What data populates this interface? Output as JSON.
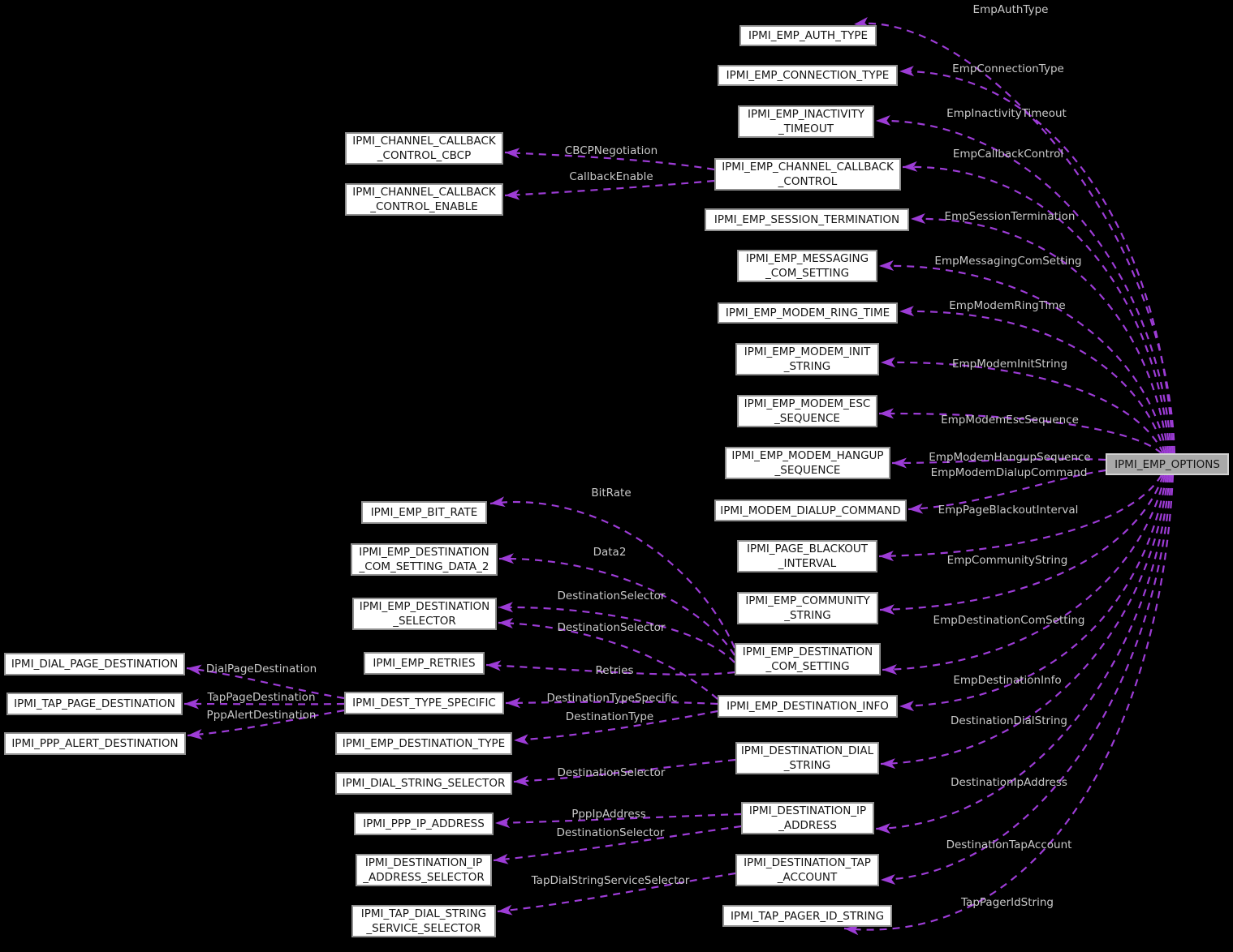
{
  "diagram": {
    "type": "collaboration-graph",
    "highlighted_node": "ipmi_emp_options",
    "colors": {
      "background": "#000000",
      "node_fill": "#ffffff",
      "node_border": "#8f8f8f",
      "node_text": "#161616",
      "highlight_fill": "#a9a9a9",
      "highlight_border": "#d2d2d2",
      "edge": "#9d3cd6",
      "edge_label_text": "#c9c9c9"
    },
    "nodes": [
      {
        "id": "ipmi_emp_auth_type",
        "label": "IPMI_EMP_AUTH_TYPE"
      },
      {
        "id": "ipmi_emp_connection_type",
        "label": "IPMI_EMP_CONNECTION_TYPE"
      },
      {
        "id": "ipmi_emp_inactivity_timeout",
        "label": "IPMI_EMP_INACTIVITY\n_TIMEOUT"
      },
      {
        "id": "ipmi_emp_channel_callback_control",
        "label": "IPMI_EMP_CHANNEL_CALLBACK\n_CONTROL"
      },
      {
        "id": "ipmi_emp_session_termination",
        "label": "IPMI_EMP_SESSION_TERMINATION"
      },
      {
        "id": "ipmi_emp_messaging_com_setting",
        "label": "IPMI_EMP_MESSAGING\n_COM_SETTING"
      },
      {
        "id": "ipmi_emp_modem_ring_time",
        "label": "IPMI_EMP_MODEM_RING_TIME"
      },
      {
        "id": "ipmi_emp_modem_init_string",
        "label": "IPMI_EMP_MODEM_INIT\n_STRING"
      },
      {
        "id": "ipmi_emp_modem_esc_sequence",
        "label": "IPMI_EMP_MODEM_ESC\n_SEQUENCE"
      },
      {
        "id": "ipmi_emp_modem_hangup_sequence",
        "label": "IPMI_EMP_MODEM_HANGUP\n_SEQUENCE"
      },
      {
        "id": "ipmi_modem_dialup_command",
        "label": "IPMI_MODEM_DIALUP_COMMAND"
      },
      {
        "id": "ipmi_page_blackout_interval",
        "label": "IPMI_PAGE_BLACKOUT\n_INTERVAL"
      },
      {
        "id": "ipmi_emp_community_string",
        "label": "IPMI_EMP_COMMUNITY\n_STRING"
      },
      {
        "id": "ipmi_emp_destination_com_setting",
        "label": "IPMI_EMP_DESTINATION\n_COM_SETTING"
      },
      {
        "id": "ipmi_emp_destination_info",
        "label": "IPMI_EMP_DESTINATION_INFO"
      },
      {
        "id": "ipmi_destination_dial_string",
        "label": "IPMI_DESTINATION_DIAL\n_STRING"
      },
      {
        "id": "ipmi_destination_ip_address",
        "label": "IPMI_DESTINATION_IP\n_ADDRESS"
      },
      {
        "id": "ipmi_destination_tap_account",
        "label": "IPMI_DESTINATION_TAP\n_ACCOUNT"
      },
      {
        "id": "ipmi_tap_pager_id_string",
        "label": "IPMI_TAP_PAGER_ID_STRING"
      },
      {
        "id": "ipmi_emp_options",
        "label": "IPMI_EMP_OPTIONS"
      },
      {
        "id": "ipmi_channel_callback_control_cbcp",
        "label": "IPMI_CHANNEL_CALLBACK\n_CONTROL_CBCP"
      },
      {
        "id": "ipmi_channel_callback_control_enable",
        "label": "IPMI_CHANNEL_CALLBACK\n_CONTROL_ENABLE"
      },
      {
        "id": "ipmi_emp_bit_rate",
        "label": "IPMI_EMP_BIT_RATE"
      },
      {
        "id": "ipmi_emp_destination_com_setting_data_2",
        "label": "IPMI_EMP_DESTINATION\n_COM_SETTING_DATA_2"
      },
      {
        "id": "ipmi_emp_destination_selector",
        "label": "IPMI_EMP_DESTINATION\n_SELECTOR"
      },
      {
        "id": "ipmi_emp_retries",
        "label": "IPMI_EMP_RETRIES"
      },
      {
        "id": "ipmi_dest_type_specific",
        "label": "IPMI_DEST_TYPE_SPECIFIC"
      },
      {
        "id": "ipmi_emp_destination_type",
        "label": "IPMI_EMP_DESTINATION_TYPE"
      },
      {
        "id": "ipmi_dial_string_selector",
        "label": "IPMI_DIAL_STRING_SELECTOR"
      },
      {
        "id": "ipmi_ppp_ip_address",
        "label": "IPMI_PPP_IP_ADDRESS"
      },
      {
        "id": "ipmi_destination_ip_address_selector",
        "label": "IPMI_DESTINATION_IP\n_ADDRESS_SELECTOR"
      },
      {
        "id": "ipmi_tap_dial_string_service_selector",
        "label": "IPMI_TAP_DIAL_STRING\n_SERVICE_SELECTOR"
      },
      {
        "id": "ipmi_dial_page_destination",
        "label": "IPMI_DIAL_PAGE_DESTINATION"
      },
      {
        "id": "ipmi_tap_page_destination",
        "label": "IPMI_TAP_PAGE_DESTINATION"
      },
      {
        "id": "ipmi_ppp_alert_destination",
        "label": "IPMI_PPP_ALERT_DESTINATION"
      }
    ],
    "edges": [
      {
        "from": "ipmi_emp_options",
        "to": "ipmi_emp_auth_type",
        "label": "EmpAuthType"
      },
      {
        "from": "ipmi_emp_options",
        "to": "ipmi_emp_connection_type",
        "label": "EmpConnectionType"
      },
      {
        "from": "ipmi_emp_options",
        "to": "ipmi_emp_inactivity_timeout",
        "label": "EmpInactivityTimeout"
      },
      {
        "from": "ipmi_emp_options",
        "to": "ipmi_emp_channel_callback_control",
        "label": "EmpCallbackControl"
      },
      {
        "from": "ipmi_emp_options",
        "to": "ipmi_emp_session_termination",
        "label": "EmpSessionTermination"
      },
      {
        "from": "ipmi_emp_options",
        "to": "ipmi_emp_messaging_com_setting",
        "label": "EmpMessagingComSetting"
      },
      {
        "from": "ipmi_emp_options",
        "to": "ipmi_emp_modem_ring_time",
        "label": "EmpModemRingTime"
      },
      {
        "from": "ipmi_emp_options",
        "to": "ipmi_emp_modem_init_string",
        "label": "EmpModemInitString"
      },
      {
        "from": "ipmi_emp_options",
        "to": "ipmi_emp_modem_esc_sequence",
        "label": "EmpModemEscSequence"
      },
      {
        "from": "ipmi_emp_options",
        "to": "ipmi_emp_modem_hangup_sequence",
        "label": "EmpModemHangupSequence"
      },
      {
        "from": "ipmi_emp_options",
        "to": "ipmi_modem_dialup_command",
        "label": "EmpModemDialupCommand"
      },
      {
        "from": "ipmi_emp_options",
        "to": "ipmi_page_blackout_interval",
        "label": "EmpPageBlackoutInterval"
      },
      {
        "from": "ipmi_emp_options",
        "to": "ipmi_emp_community_string",
        "label": "EmpCommunityString"
      },
      {
        "from": "ipmi_emp_options",
        "to": "ipmi_emp_destination_com_setting",
        "label": "EmpDestinationComSetting"
      },
      {
        "from": "ipmi_emp_options",
        "to": "ipmi_emp_destination_info",
        "label": "EmpDestinationInfo"
      },
      {
        "from": "ipmi_emp_options",
        "to": "ipmi_destination_dial_string",
        "label": "DestinationDialString"
      },
      {
        "from": "ipmi_emp_options",
        "to": "ipmi_destination_ip_address",
        "label": "DestinationIpAddress"
      },
      {
        "from": "ipmi_emp_options",
        "to": "ipmi_destination_tap_account",
        "label": "DestinationTapAccount"
      },
      {
        "from": "ipmi_emp_options",
        "to": "ipmi_tap_pager_id_string",
        "label": "TapPagerIdString"
      },
      {
        "from": "ipmi_emp_channel_callback_control",
        "to": "ipmi_channel_callback_control_cbcp",
        "label": "CBCPNegotiation"
      },
      {
        "from": "ipmi_emp_channel_callback_control",
        "to": "ipmi_channel_callback_control_enable",
        "label": "CallbackEnable"
      },
      {
        "from": "ipmi_emp_destination_com_setting",
        "to": "ipmi_emp_bit_rate",
        "label": "BitRate"
      },
      {
        "from": "ipmi_emp_destination_com_setting",
        "to": "ipmi_emp_destination_com_setting_data_2",
        "label": "Data2"
      },
      {
        "from": "ipmi_emp_destination_com_setting",
        "to": "ipmi_emp_destination_selector",
        "label": "DestinationSelector"
      },
      {
        "from": "ipmi_emp_destination_com_setting",
        "to": "ipmi_emp_retries",
        "label": "Retries"
      },
      {
        "from": "ipmi_emp_destination_info",
        "to": "ipmi_emp_destination_selector",
        "label": "DestinationSelector"
      },
      {
        "from": "ipmi_emp_destination_info",
        "to": "ipmi_dest_type_specific",
        "label": "DestinationTypeSpecific"
      },
      {
        "from": "ipmi_emp_destination_info",
        "to": "ipmi_emp_destination_type",
        "label": "DestinationType"
      },
      {
        "from": "ipmi_destination_dial_string",
        "to": "ipmi_dial_string_selector",
        "label": "DestinationSelector"
      },
      {
        "from": "ipmi_destination_ip_address",
        "to": "ipmi_ppp_ip_address",
        "label": "PppIpAddress"
      },
      {
        "from": "ipmi_destination_ip_address",
        "to": "ipmi_destination_ip_address_selector",
        "label": "DestinationSelector"
      },
      {
        "from": "ipmi_destination_tap_account",
        "to": "ipmi_tap_dial_string_service_selector",
        "label": "TapDialStringServiceSelector"
      },
      {
        "from": "ipmi_dest_type_specific",
        "to": "ipmi_dial_page_destination",
        "label": "DialPageDestination"
      },
      {
        "from": "ipmi_dest_type_specific",
        "to": "ipmi_tap_page_destination",
        "label": "TapPageDestination"
      },
      {
        "from": "ipmi_dest_type_specific",
        "to": "ipmi_ppp_alert_destination",
        "label": "PppAlertDestination"
      }
    ]
  }
}
